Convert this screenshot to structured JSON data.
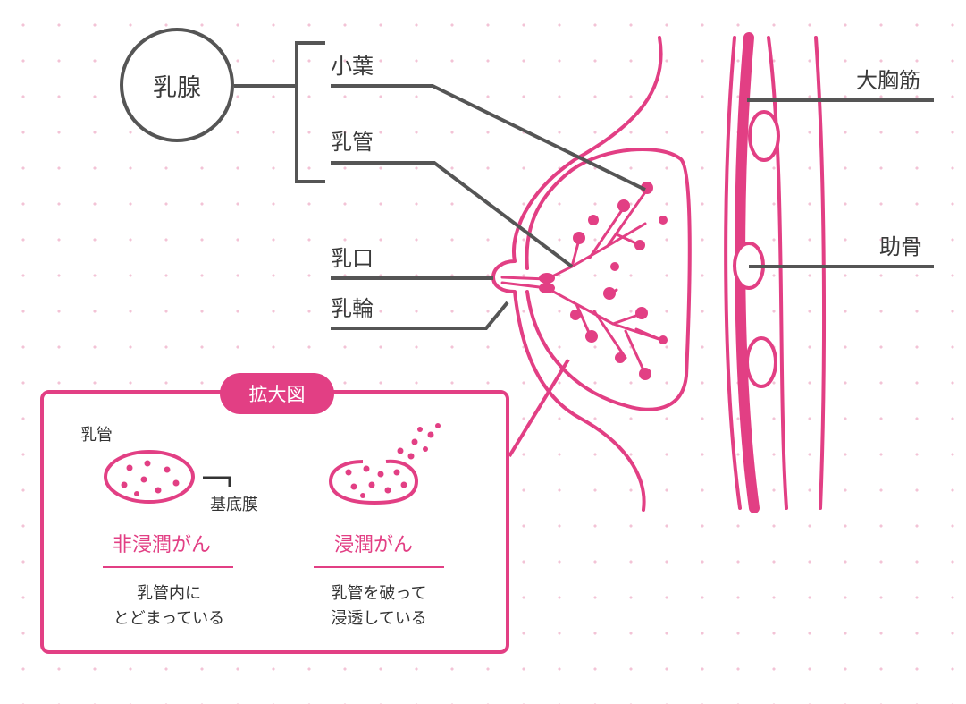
{
  "labels": {
    "mammary_gland": "乳腺",
    "lobule": "小葉",
    "duct": "乳管",
    "nipple": "乳口",
    "areola": "乳輪",
    "pectoralis_major": "大胸筋",
    "rib": "助骨"
  },
  "inset": {
    "title": "拡大図",
    "duct_label": "乳管",
    "basement_membrane": "基底膜",
    "noninvasive": {
      "title": "非浸潤がん",
      "line1": "乳管内に",
      "line2": "とどまっている"
    },
    "invasive": {
      "title": "浸潤がん",
      "line1": "乳管を破って",
      "line2": "浸透している"
    }
  },
  "colors": {
    "pink": "#e23f84",
    "gray": "#555555",
    "dot": "#f3c3d6"
  }
}
